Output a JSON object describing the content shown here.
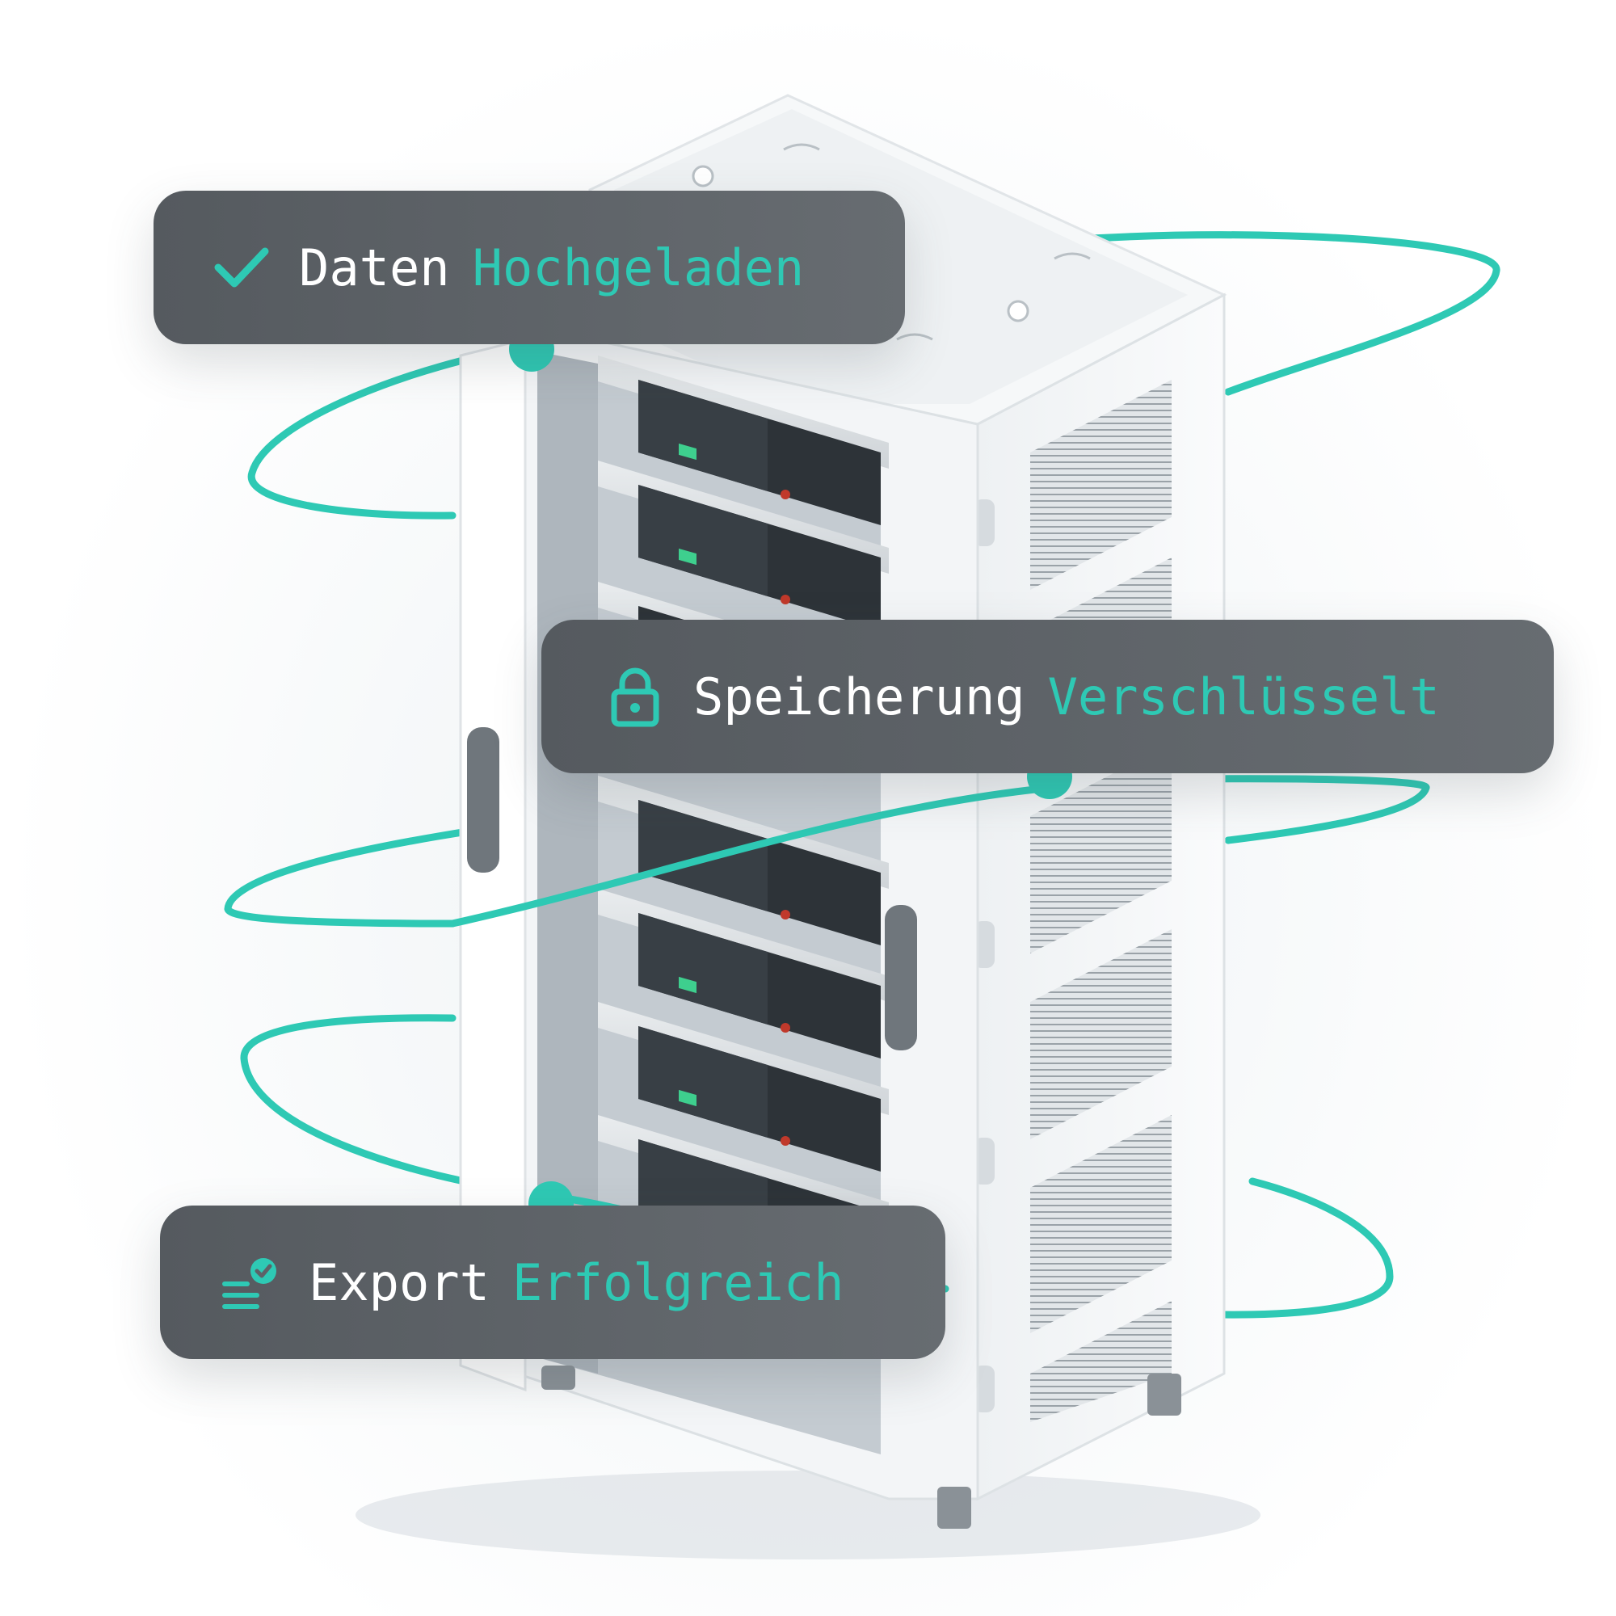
{
  "cards": {
    "upload": {
      "label": "Daten",
      "status": "Hochgeladen",
      "icon": "checkmark-icon"
    },
    "storage": {
      "label": "Speicherung",
      "status": "Verschlüsselt",
      "icon": "lock-icon"
    },
    "export": {
      "label": "Export",
      "status": "Erfolgreich",
      "icon": "list-check-icon"
    }
  },
  "colors": {
    "accent": "#2ec9b4",
    "card_background": "#5d6267",
    "card_text": "#ffffff",
    "rack_body": "#f4f6f8",
    "server_unit": "#2d3338",
    "led_green": "#3ecf8e",
    "led_red": "#c0392b"
  }
}
